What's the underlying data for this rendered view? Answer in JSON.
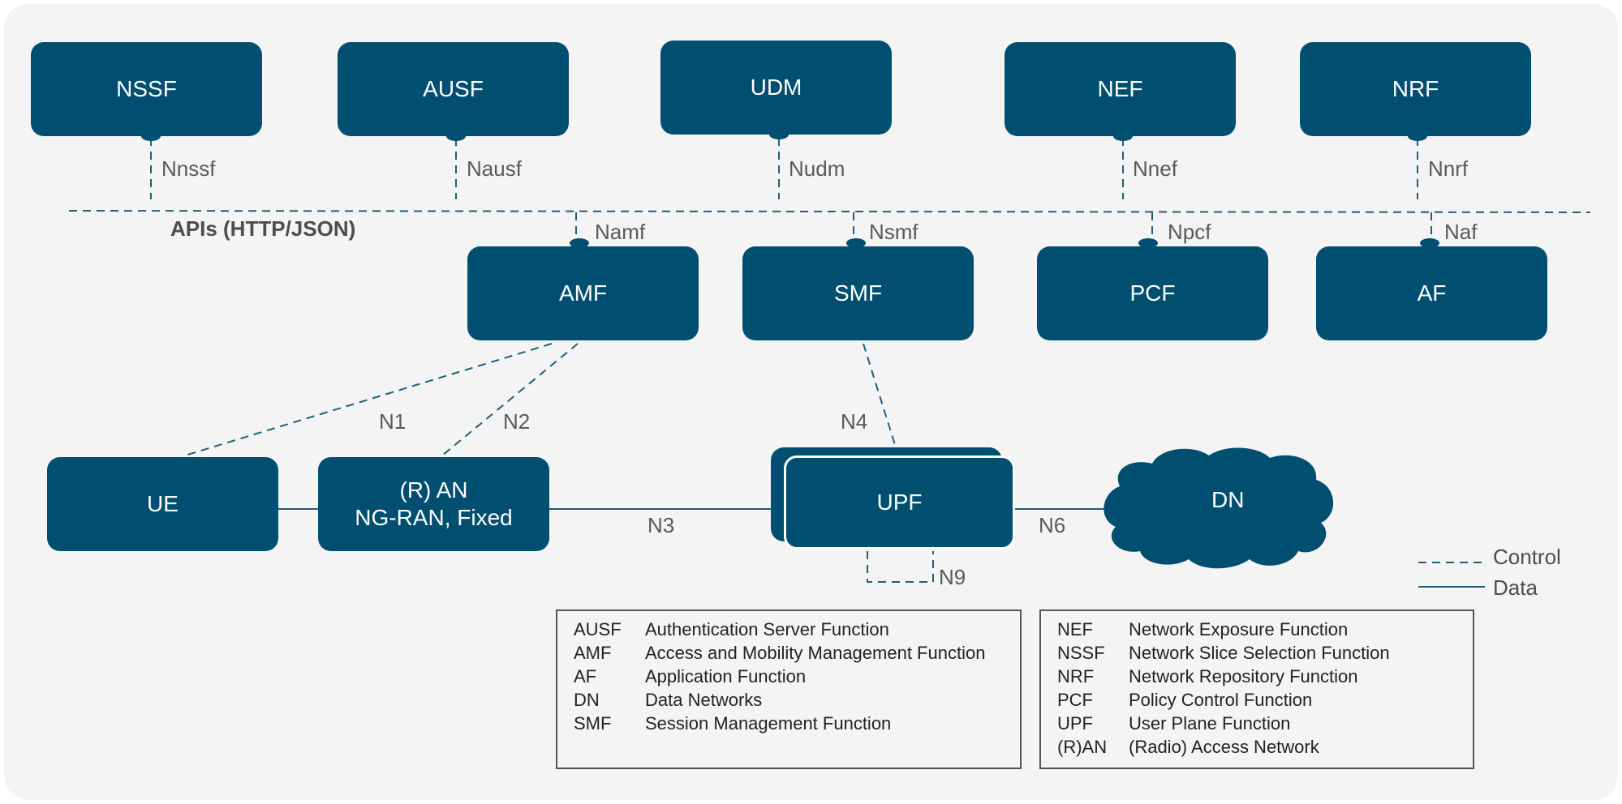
{
  "top_nfs": [
    {
      "name": "NSSF",
      "interface": "Nnssf"
    },
    {
      "name": "AUSF",
      "interface": "Nausf"
    },
    {
      "name": "UDM",
      "interface": "Nudm"
    },
    {
      "name": "NEF",
      "interface": "Nnef"
    },
    {
      "name": "NRF",
      "interface": "Nnrf"
    }
  ],
  "bus_label": "APIs (HTTP/JSON)",
  "mid_nfs": [
    {
      "name": "AMF",
      "interface": "Namf"
    },
    {
      "name": "SMF",
      "interface": "Nsmf"
    },
    {
      "name": "PCF",
      "interface": "Npcf"
    },
    {
      "name": "AF",
      "interface": "Naf"
    }
  ],
  "bottom": {
    "ue": "UE",
    "ran_line1": "(R) AN",
    "ran_line2": "NG-RAN, Fixed",
    "upf": "UPF",
    "dn": "DN"
  },
  "ref_points": {
    "n1": "N1",
    "n2": "N2",
    "n3": "N3",
    "n4": "N4",
    "n6": "N6",
    "n9": "N9"
  },
  "key": {
    "control": "Control",
    "data": "Data"
  },
  "legend_left": [
    {
      "abbr": "AUSF",
      "desc": "Authentication Server Function"
    },
    {
      "abbr": "AMF",
      "desc": "Access and Mobility Management Function"
    },
    {
      "abbr": "AF",
      "desc": "Application Function"
    },
    {
      "abbr": "DN",
      "desc": "Data Networks"
    },
    {
      "abbr": "SMF",
      "desc": "Session Management Function"
    }
  ],
  "legend_right": [
    {
      "abbr": "NEF",
      "desc": "Network Exposure Function"
    },
    {
      "abbr": "NSSF",
      "desc": "Network Slice Selection Function"
    },
    {
      "abbr": "NRF",
      "desc": "Network Repository Function"
    },
    {
      "abbr": "PCF",
      "desc": "Policy Control Function"
    },
    {
      "abbr": "UPF",
      "desc": "User Plane Function"
    },
    {
      "abbr": "(R)AN",
      "desc": "(Radio) Access Network"
    }
  ],
  "colors": {
    "box": "#004f71",
    "line": "#1f5f7a",
    "background": "#f4f4f4"
  }
}
